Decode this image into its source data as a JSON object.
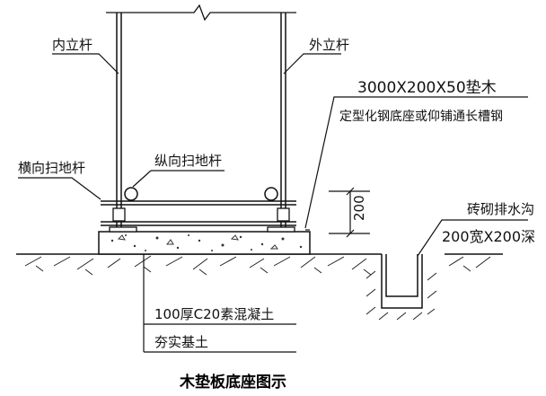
{
  "labels": {
    "inner_pole": "内立杆",
    "outer_pole": "外立杆",
    "transverse_sweep": "横向扫地杆",
    "longitudinal_sweep": "纵向扫地杆",
    "pad_spec_line1": "3000X200X50垫木",
    "pad_spec_line2": "定型化钢底座或仰铺通长槽钢",
    "dimension_200": "200",
    "drain_title": "砖砌排水沟",
    "drain_size": "200宽X200深",
    "concrete": "100厚C20素混凝土",
    "compacted_soil": "夯实基土"
  },
  "caption": "木垫板底座图示"
}
